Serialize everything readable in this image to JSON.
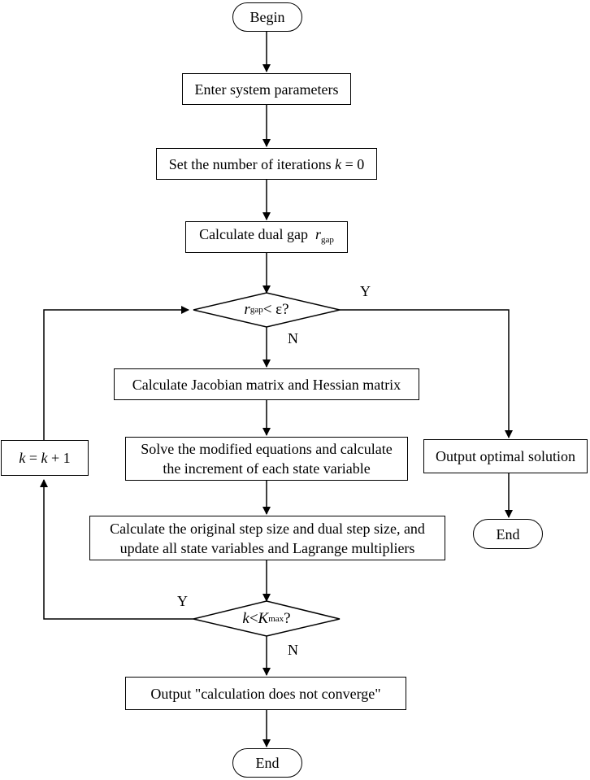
{
  "nodes": {
    "begin": "Begin",
    "enter_params": "Enter system parameters",
    "set_iter_prefix": "Set the number of iterations",
    "set_iter_var": "k",
    "set_iter_suffix": " = 0",
    "calc_gap_prefix": "Calculate dual gap ",
    "calc_gap_var": "r",
    "calc_gap_sub": "gap",
    "decision1_var": "r",
    "decision1_sub": "gap",
    "decision1_rest": " < ε?",
    "jacobian": "Calculate Jacobian matrix and Hessian matrix",
    "solve_line1": "Solve the modified equations and calculate",
    "solve_line2": "the increment of each state variable",
    "step_line1": "Calculate the original step size and dual step size, and",
    "step_line2": "update all state variables and Lagrange multipliers",
    "decision2_var": "k",
    "decision2_mid": " < ",
    "decision2_var2": "K",
    "decision2_sub": "max",
    "decision2_q": " ?",
    "no_converge": "Output \"calculation does not converge\"",
    "end_bottom": "End",
    "increment_k": "k",
    "increment_eq": " = ",
    "increment_rhs": "k",
    "increment_plus": " + 1",
    "optimal": "Output optimal solution",
    "end_right": "End"
  },
  "edge_labels": {
    "d1_yes": "Y",
    "d1_no": "N",
    "d2_yes": "Y",
    "d2_no": "N"
  }
}
